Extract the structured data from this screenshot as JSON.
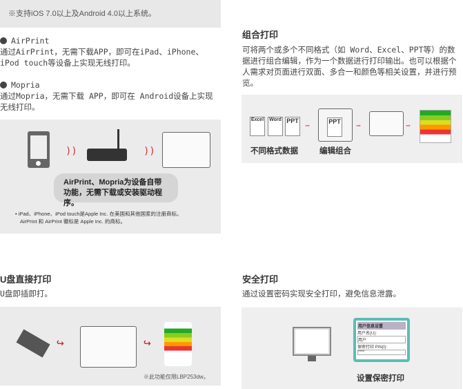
{
  "note": "※支持iOS 7.0以上及Android 4.0以上系统。",
  "airprint": {
    "title": "AirPrint",
    "desc": "通过AirPrint，无需下载APP，即可在iPad、iPhone、iPod touch等设备上实现无线打印。"
  },
  "mopria": {
    "title": "Mopria",
    "desc": "通过Mopria，无需下载 APP，即可在 Android设备上实现无线打印。"
  },
  "wireless_figure": {
    "bubble": "AirPrint、Mopria为设备自带功能，无需下载或安装驱动程序。",
    "footnote1": "• iPad、iPhone、iPod touch是Apple Inc. 在美国和其他国家的注册商标。",
    "footnote2": "AirPrint 和 AirPrint 徽标是 Apple Inc. 的商标。"
  },
  "combo": {
    "title": "组合打印",
    "desc": "可将两个或多个不同格式（如 Word、Excel、PPT等）的数据进行组合编辑，作为一个数据进行打印输出。也可以根据个人需求对页面进行双面、多合一和颜色等相关设置，并进行预览。",
    "doc_excel": "Excel",
    "doc_word": "Word",
    "doc_ppt": "PPT",
    "label_formats": "不同格式数据",
    "label_edit": "编辑组合"
  },
  "usb": {
    "title": "U盘直接打印",
    "desc": "U盘即插即打。",
    "note": "※此功能仅限LBP253dw。"
  },
  "secure": {
    "title": "安全打印",
    "desc": "通过设置密码实现安全打印，避免信息泄露。",
    "dialog_title": "用户信息设置",
    "user_label": "用户名(U):",
    "user_value": "用户",
    "pin_label": "保密打印 PIN(I):",
    "pin_value": "****",
    "caption": "设置保密打印"
  },
  "colors": {
    "accent": "#5bbdb5",
    "arrow": "#c0282d"
  }
}
